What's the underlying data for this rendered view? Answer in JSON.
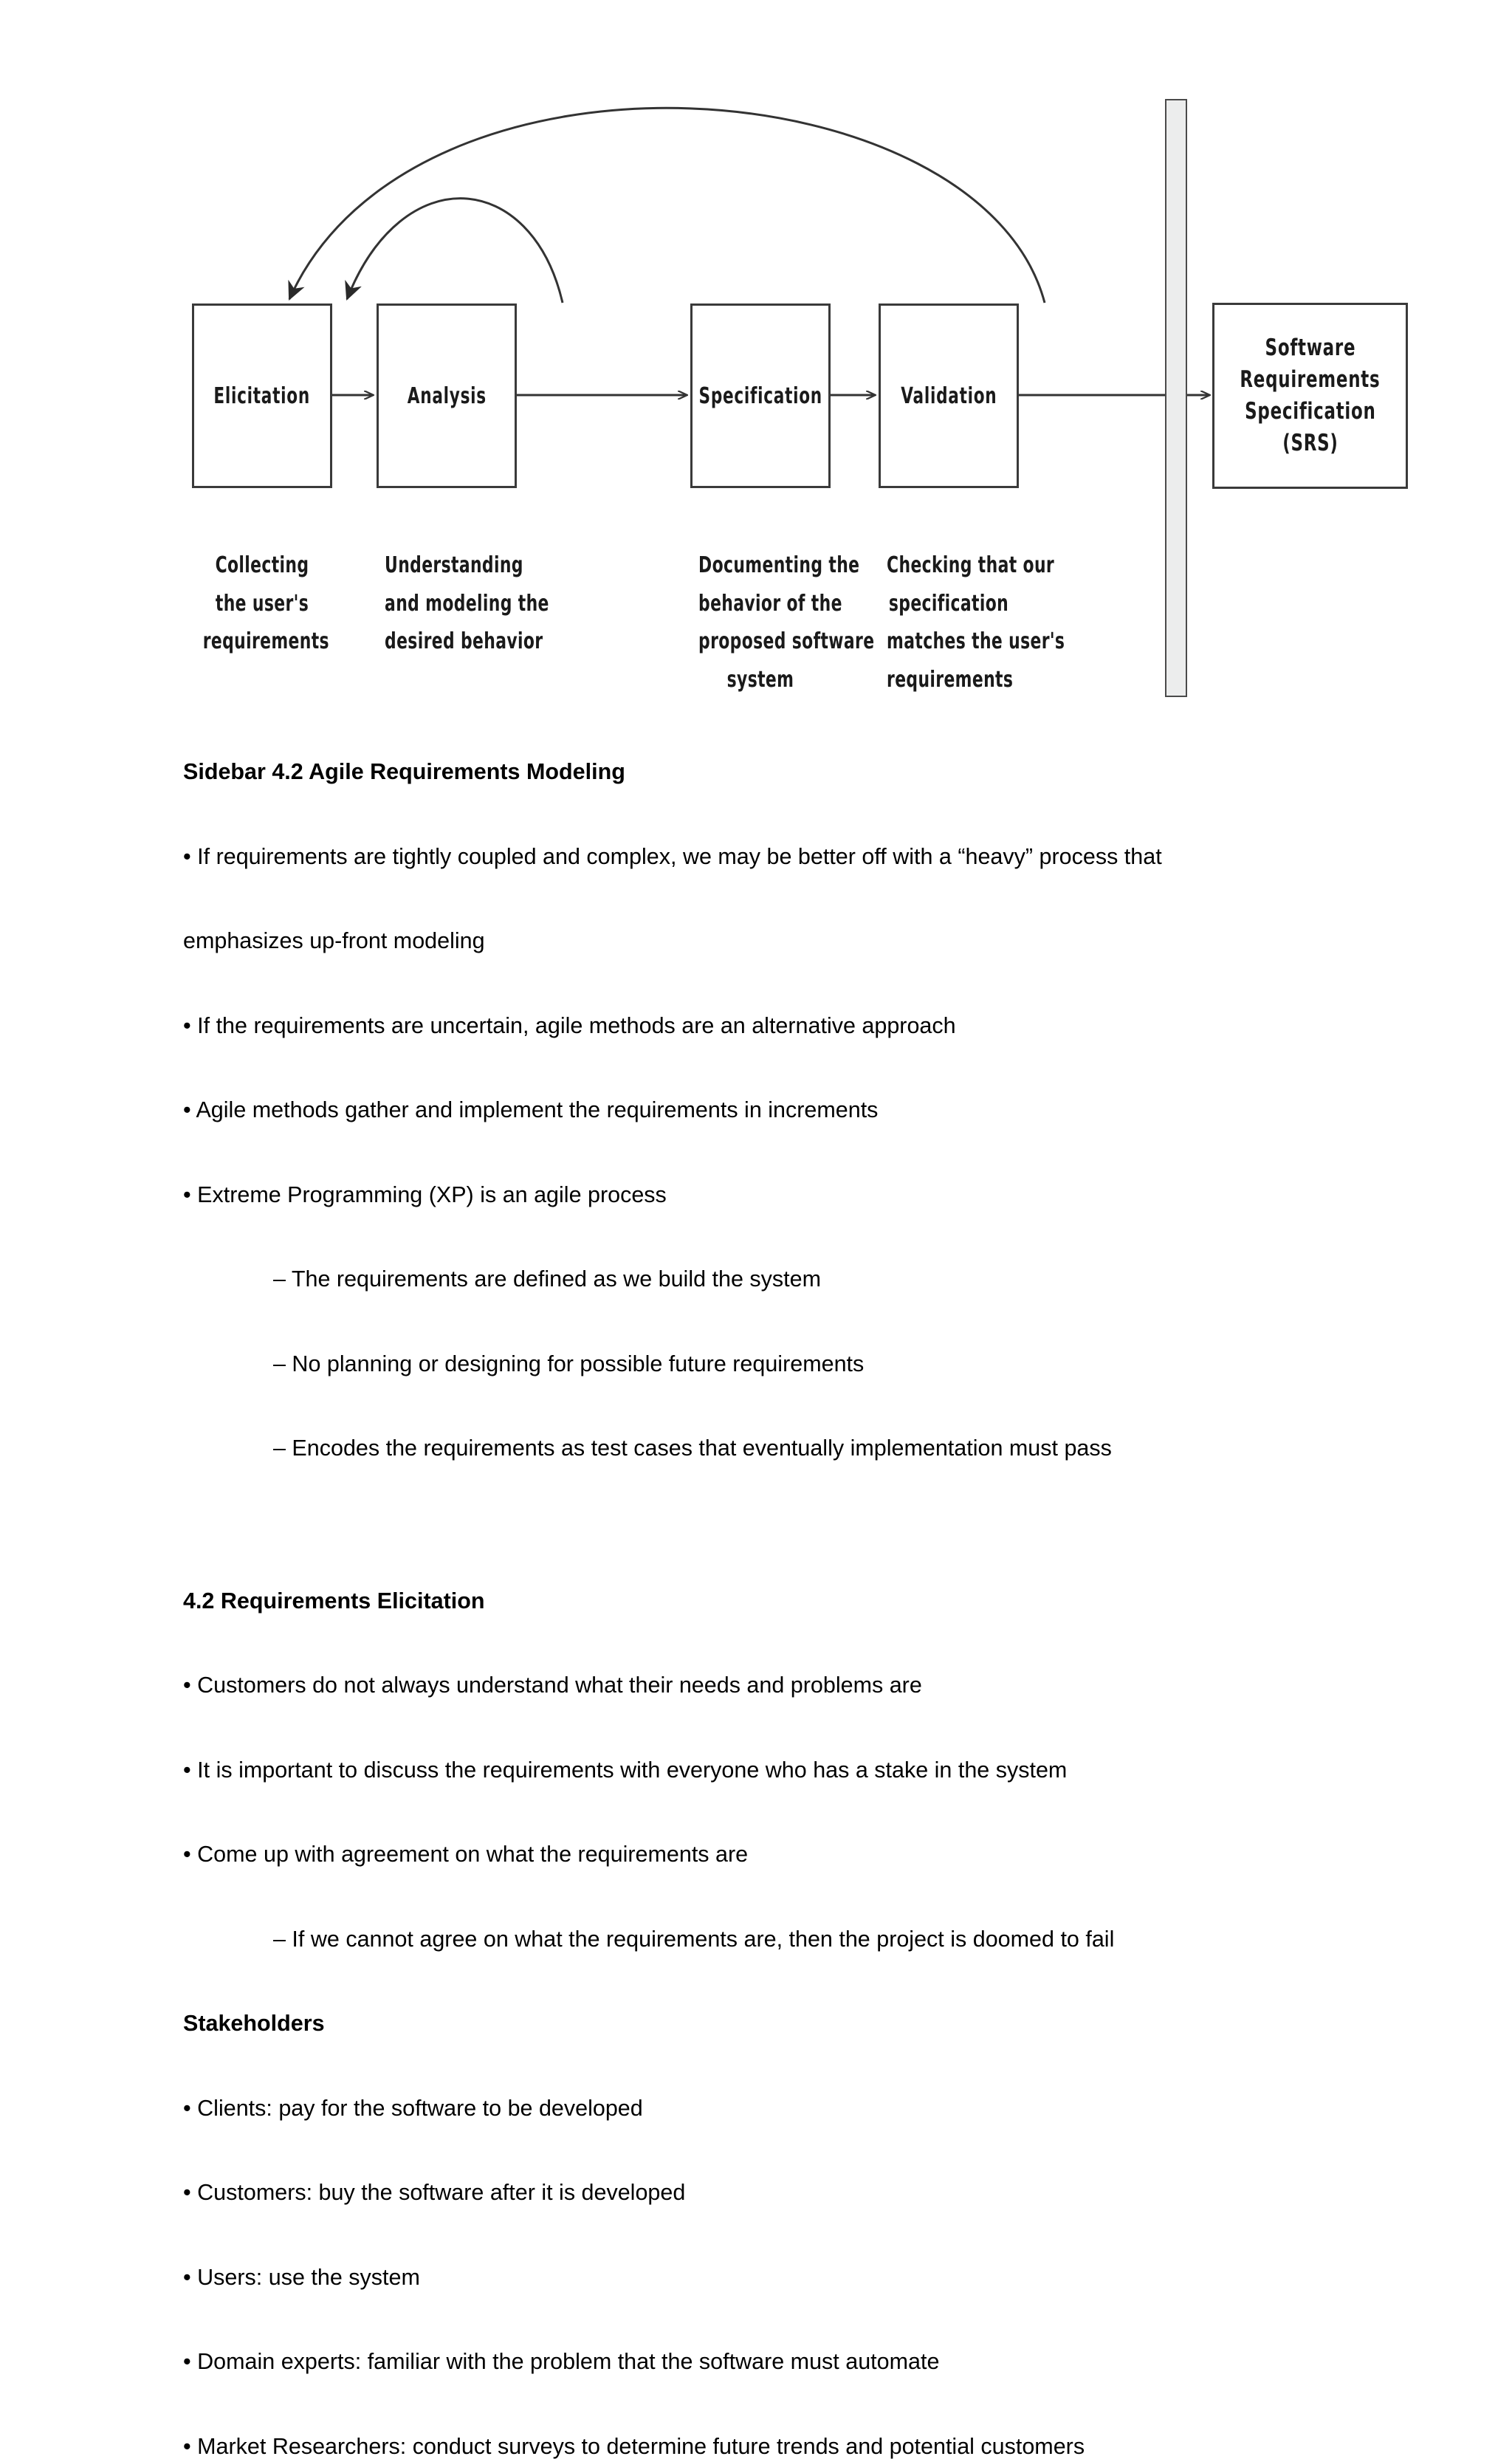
{
  "diagram": {
    "name": "requirements-engineering-process",
    "stages": [
      {
        "label": "Elicitation",
        "caption": [
          "Collecting",
          "the user's",
          "requirements"
        ]
      },
      {
        "label": "Analysis",
        "caption": [
          "Understanding",
          "and modeling the",
          "desired behavior"
        ]
      },
      {
        "label": "Specification",
        "caption": [
          "Documenting the",
          "behavior of the",
          "proposed software",
          "system"
        ]
      },
      {
        "label": "Validation",
        "caption": [
          "Checking that our",
          "specification",
          "matches the user's",
          "requirements"
        ]
      }
    ],
    "output_artifact": {
      "lines": [
        "Software",
        "Requirements",
        "Specification",
        "(SRS)"
      ]
    },
    "feedback_arcs": [
      {
        "from": "Analysis",
        "to": "Elicitation"
      },
      {
        "from": "Validation",
        "to": "Elicitation"
      }
    ],
    "colors": {
      "box_border": "#3a3a3a",
      "bar_fill": "#eceded",
      "bar_border": "#4a4a4a",
      "line": "#333333"
    }
  },
  "content": {
    "sidebar_heading": "Sidebar 4.2 Agile Requirements Modeling",
    "sidebar_bullets": [
      {
        "level": 1,
        "lines": [
          "• If requirements are tightly coupled and complex, we may be better off with a “heavy” process that",
          "emphasizes up-front modeling"
        ]
      },
      {
        "level": 1,
        "lines": [
          "• If the requirements are uncertain, agile methods are an alternative approach"
        ]
      },
      {
        "level": 1,
        "lines": [
          "• Agile methods gather and implement the requirements in increments"
        ]
      },
      {
        "level": 1,
        "lines": [
          "• Extreme Programming (XP) is an agile process"
        ]
      },
      {
        "level": 2,
        "lines": [
          "– The requirements are defined as we build the system"
        ]
      },
      {
        "level": 2,
        "lines": [
          "– No planning or designing for possible future requirements"
        ]
      },
      {
        "level": 2,
        "lines": [
          "– Encodes the requirements as test cases that eventually implementation must pass"
        ]
      }
    ],
    "section_heading": "4.2 Requirements Elicitation",
    "section_bullets": [
      {
        "level": 1,
        "lines": [
          "• Customers do not always understand what their needs and problems are"
        ]
      },
      {
        "level": 1,
        "lines": [
          "• It is important to discuss the requirements with everyone who has a stake in the system"
        ]
      },
      {
        "level": 1,
        "lines": [
          "• Come up with agreement on what the requirements are"
        ]
      },
      {
        "level": 2,
        "lines": [
          "– If we cannot agree on what the requirements are, then the project is doomed to fail"
        ]
      }
    ],
    "stakeholders_heading": "Stakeholders",
    "stakeholders_bullets": [
      {
        "level": 1,
        "lines": [
          "• Clients: pay for the software to be developed"
        ]
      },
      {
        "level": 1,
        "lines": [
          "• Customers: buy the software after it is developed"
        ]
      },
      {
        "level": 1,
        "lines": [
          "• Users: use the system"
        ]
      },
      {
        "level": 1,
        "lines": [
          "• Domain experts: familiar with the problem that the software must automate"
        ]
      },
      {
        "level": 1,
        "lines": [
          "• Market Researchers: conduct surveys to determine future trends and potential customers"
        ]
      }
    ]
  }
}
